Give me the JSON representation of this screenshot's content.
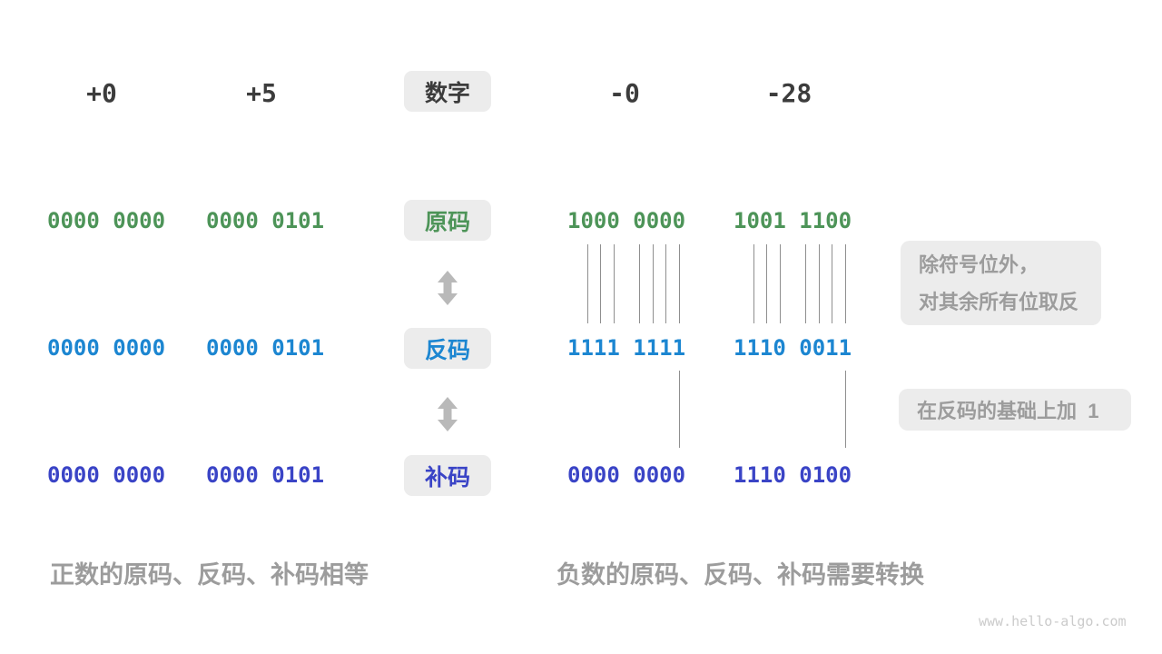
{
  "header": {
    "values": [
      "+0",
      "+5",
      "-0",
      "-28"
    ],
    "badge": "数字"
  },
  "rows": [
    {
      "badge": "原码",
      "color": "#4d9458",
      "values": [
        "0000 0000",
        "0000 0101",
        "1000 0000",
        "1001 1100"
      ]
    },
    {
      "badge": "反码",
      "color": "#1c86d1",
      "values": [
        "0000 0000",
        "0000 0101",
        "1111 1111",
        "1110 0011"
      ]
    },
    {
      "badge": "补码",
      "color": "#3a44c6",
      "values": [
        "0000 0000",
        "0000 0101",
        "0000 0000",
        "1110 0100"
      ]
    }
  ],
  "annotations": {
    "invert": {
      "line1": "除符号位外，",
      "line2": "对其余所有位取反"
    },
    "add_one": "在反码的基础上加  1"
  },
  "captions": {
    "positive": "正数的原码、反码、补码相等",
    "negative": "负数的原码、反码、补码需要转换"
  },
  "watermark": "www.hello-algo.com",
  "colors": {
    "number_text": "#3c3c3c",
    "sign_magnitude": "#4d9458",
    "ones_complement": "#1c86d1",
    "twos_complement": "#3a44c6",
    "badge_bg": "#ececec",
    "annotation_bg": "#ececec",
    "gray_text": "#9c9c9c",
    "connector_line": "#8f8f8f",
    "arrow": "#b9b9b9",
    "watermark": "#cbcbcb"
  }
}
